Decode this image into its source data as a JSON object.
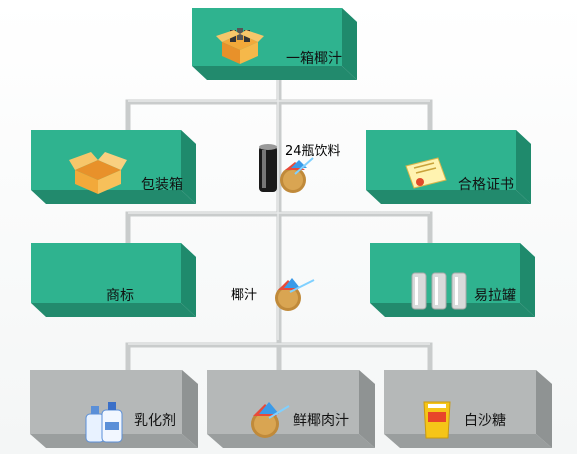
{
  "colors": {
    "green_front": "#2fb38f",
    "green_top": "#5fd0b0",
    "green_side": "#1f8a6c",
    "gray_front": "#b5b8b8",
    "gray_top": "#dcdede",
    "gray_side": "#8f9393",
    "pipe": "#cfd2d2"
  },
  "root": {
    "label": "一箱椰汁",
    "icon": "opened-box-of-cans-icon"
  },
  "level1": {
    "center_label": "24瓶饮料",
    "center_icon": "can-and-coconut-icon",
    "left": {
      "label": "包装箱",
      "icon": "open-carton-icon"
    },
    "right": {
      "label": "合格证书",
      "icon": "certificate-icon"
    }
  },
  "level2": {
    "center_label": "椰汁",
    "center_icon": "coconut-drink-icon",
    "left": {
      "label": "商标"
    },
    "right": {
      "label": "易拉罐",
      "icon": "three-cans-icon"
    }
  },
  "level3": {
    "left": {
      "label": "乳化剂",
      "icon": "bottles-icon"
    },
    "middle": {
      "label": "鲜椰肉汁",
      "icon": "coconut-icon"
    },
    "right": {
      "label": "白沙糖",
      "icon": "sugar-bag-icon"
    }
  }
}
